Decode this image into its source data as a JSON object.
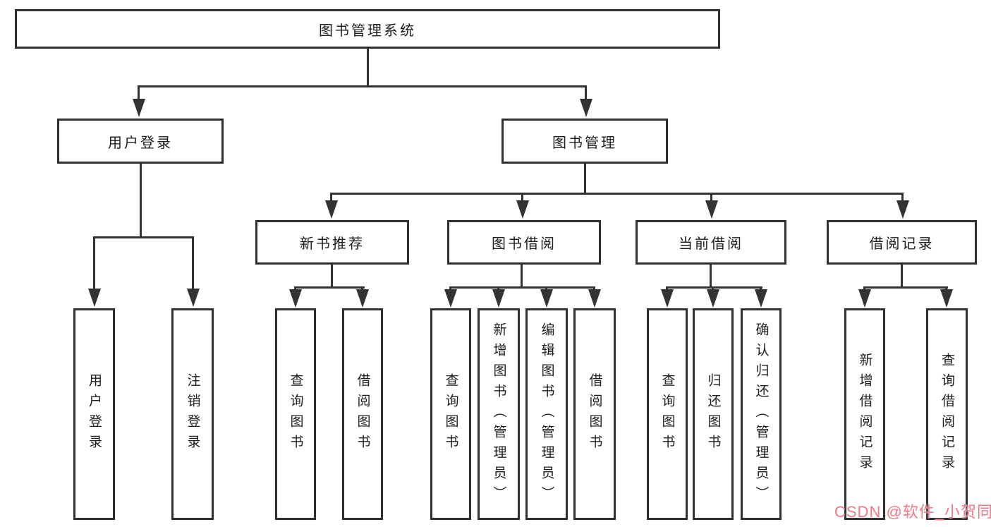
{
  "tree": {
    "label": "图书管理系统",
    "children": [
      {
        "label": "用户登录",
        "children": [
          {
            "label": "用户登录"
          },
          {
            "label": "注销登录"
          }
        ]
      },
      {
        "label": "图书管理",
        "children": [
          {
            "label": "新书推荐",
            "children": [
              {
                "label": "查询图书"
              },
              {
                "label": "借阅图书"
              }
            ]
          },
          {
            "label": "图书借阅",
            "children": [
              {
                "label": "查询图书"
              },
              {
                "label": "新增图书（管理员）"
              },
              {
                "label": "编辑图书（管理员）"
              },
              {
                "label": "借阅图书"
              }
            ]
          },
          {
            "label": "当前借阅",
            "children": [
              {
                "label": "查询图书"
              },
              {
                "label": "归还图书"
              },
              {
                "label": "确认归还（管理员）"
              }
            ]
          },
          {
            "label": "借阅记录",
            "children": [
              {
                "label": "新增借阅记录"
              },
              {
                "label": "查询借阅记录"
              }
            ]
          }
        ]
      }
    ]
  },
  "watermark": {
    "text": "CSDN @软件_小贺同学"
  },
  "colors": {
    "line": "#333333",
    "box_border": "#2f2f2f",
    "text": "#1d1d1d",
    "watermark": "#f2798a"
  }
}
